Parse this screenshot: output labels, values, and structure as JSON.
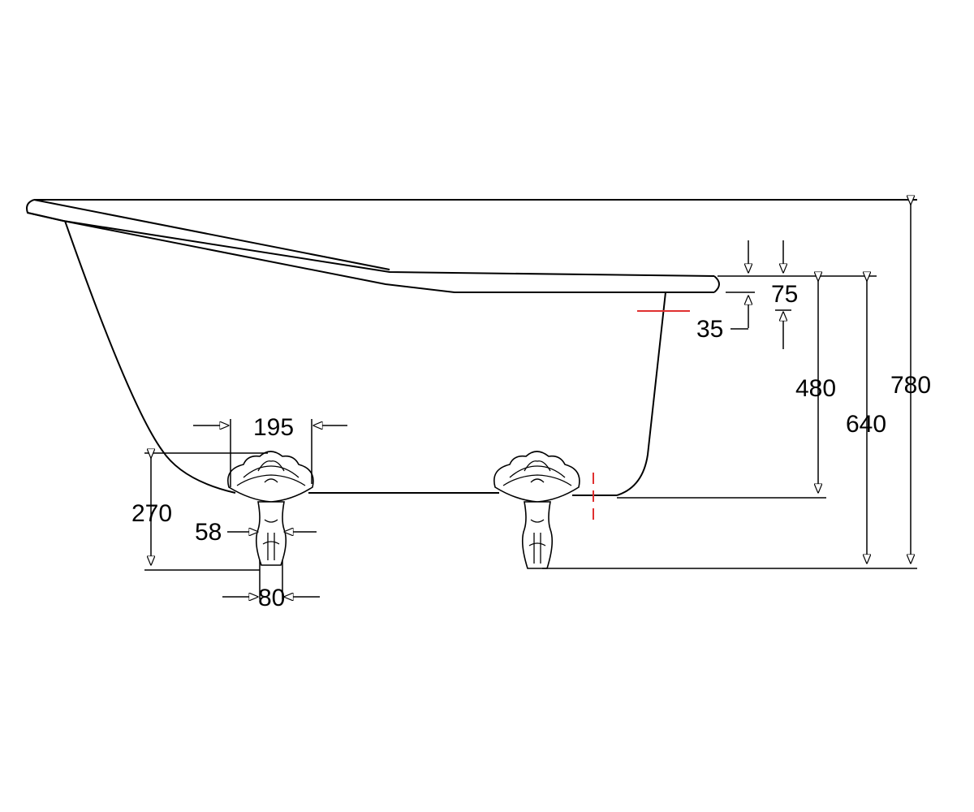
{
  "dimensions": {
    "rim_width": "75",
    "overflow_offset": "35",
    "floor_to_base_height": "480",
    "rim_height": "640",
    "overall_height": "780",
    "foot_spacing": "195",
    "foot_height": "270",
    "foot_neck_width": "58",
    "foot_base_width": "80"
  },
  "colors": {
    "outline": "#000000",
    "centerline": "#e03030",
    "background": "#ffffff"
  }
}
